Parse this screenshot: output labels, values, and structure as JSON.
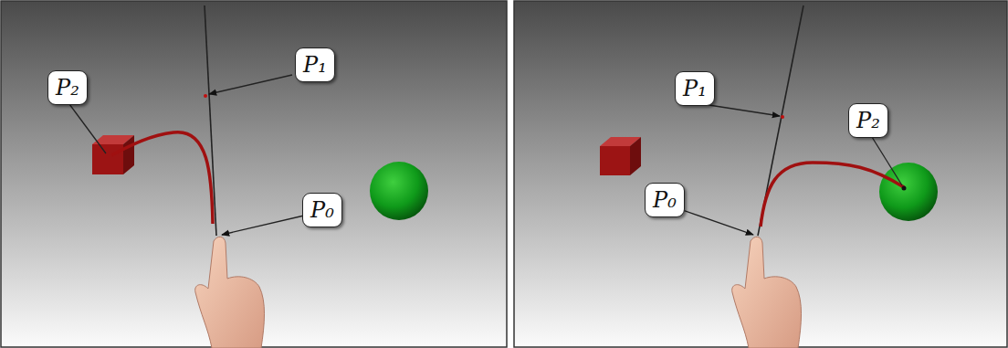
{
  "diagram": {
    "nodes": [
      {
        "text": [
          "P₂"
        ]
      },
      {
        "text": [
          "P₁"
        ]
      },
      {
        "text": [
          "P₀"
        ]
      },
      {
        "text": [
          "P₁"
        ]
      },
      {
        "text": [
          "P₂"
        ]
      },
      {
        "text": [
          "P₀"
        ]
      }
    ]
  }
}
